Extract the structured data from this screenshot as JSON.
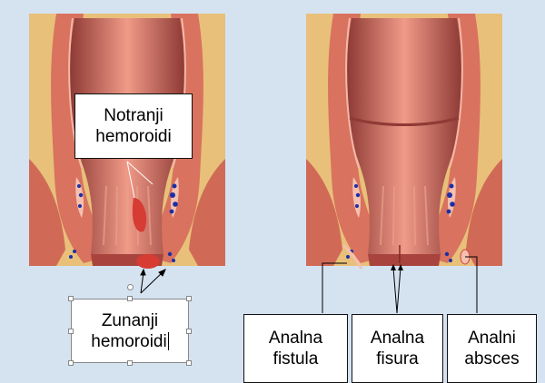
{
  "labels": {
    "internal_hemorrhoids": {
      "line1": "Notranji",
      "line2": "hemoroidi"
    },
    "external_hemorrhoids": {
      "line1": "Zunanji",
      "line2": "hemoroidi"
    },
    "anal_fistula": {
      "line1": "Analna",
      "line2": "fistula"
    },
    "anal_fissure": {
      "line1": "Analna",
      "line2": "fisura"
    },
    "anal_abscess": {
      "line1": "Analni",
      "line2": "absces"
    }
  },
  "colors": {
    "background": "#d5e3f1",
    "fat": "#e8c07a",
    "muscle": "#d9725e",
    "lumen": "#b85a52",
    "vein": "#1a2fa8"
  }
}
